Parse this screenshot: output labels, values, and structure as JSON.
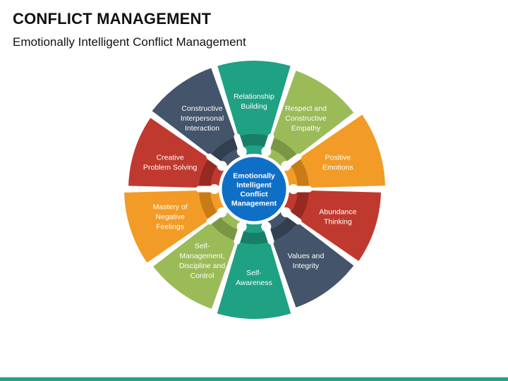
{
  "header": {
    "title": "CONFLICT MANAGEMENT",
    "subtitle": "Emotionally Intelligent Conflict Management"
  },
  "center": {
    "lines": [
      "Emotionally",
      "Intelligent",
      "Conflict",
      "Management"
    ],
    "color": "#0f6fc6"
  },
  "segments": [
    {
      "lines": [
        "Relationship",
        "Building"
      ],
      "color": "#1fa184",
      "dark": "#187e67"
    },
    {
      "lines": [
        "Respect and",
        "Constructive",
        "Empathy"
      ],
      "color": "#9bbb59",
      "dark": "#7a9645"
    },
    {
      "lines": [
        "Positive",
        "Emotions"
      ],
      "color": "#f29b26",
      "dark": "#c87b17"
    },
    {
      "lines": [
        "Abundance",
        "Thinking"
      ],
      "color": "#c0392f",
      "dark": "#952a22"
    },
    {
      "lines": [
        "Values and",
        "Integrity"
      ],
      "color": "#44546a",
      "dark": "#323f50"
    },
    {
      "lines": [
        "Self-",
        "Awareness"
      ],
      "color": "#1fa184",
      "dark": "#187e67"
    },
    {
      "lines": [
        "Self-",
        "Management,",
        "Discipline and",
        "Control"
      ],
      "color": "#9bbb59",
      "dark": "#7a9645"
    },
    {
      "lines": [
        "Mastery of",
        "Negative",
        "Feelings"
      ],
      "color": "#f29b26",
      "dark": "#c87b17"
    },
    {
      "lines": [
        "Creative",
        "Problem Solving"
      ],
      "color": "#c0392f",
      "dark": "#952a22"
    },
    {
      "lines": [
        "Constructive",
        "Interpersonal",
        "Interaction"
      ],
      "color": "#44546a",
      "dark": "#323f50"
    }
  ],
  "footer": {
    "bar_color": "#22a384"
  }
}
